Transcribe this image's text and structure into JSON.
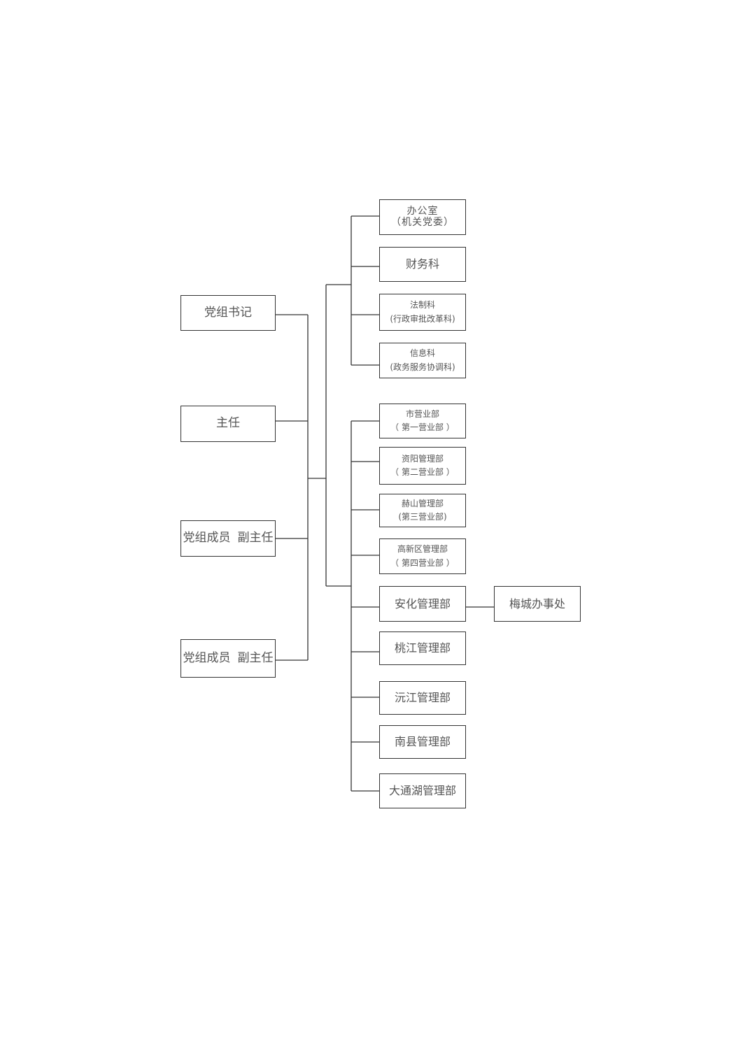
{
  "leaders": [
    {
      "lines": [
        "党组书记"
      ]
    },
    {
      "lines": [
        "主",
        "任"
      ]
    },
    {
      "lines": [
        "党组成员",
        "副主任"
      ]
    },
    {
      "lines": [
        "党组成员",
        "副主任"
      ]
    }
  ],
  "admin_depts": [
    {
      "lines": [
        "办公室",
        "（机关党委）"
      ]
    },
    {
      "lines": [
        "财务科"
      ]
    },
    {
      "lines": [
        "法制科",
        "(行政审批改革科)"
      ]
    },
    {
      "lines": [
        "信息科",
        "(政务服务协调科)"
      ]
    }
  ],
  "business_depts": [
    {
      "lines": [
        "市营业部",
        "（ 第一营业部 ）"
      ]
    },
    {
      "lines": [
        "资阳管理部",
        "（ 第二营业部 ）"
      ]
    },
    {
      "lines": [
        "赫山管理部",
        "(第三营业部)"
      ]
    },
    {
      "lines": [
        "高新区管理部",
        "（ 第四营业部 ）"
      ]
    },
    {
      "lines": [
        "安化管理部"
      ]
    },
    {
      "lines": [
        "桃江管理部"
      ]
    },
    {
      "lines": [
        "沅江管理部"
      ]
    },
    {
      "lines": [
        "南县管理部"
      ]
    },
    {
      "lines": [
        "大通湖管理部"
      ]
    }
  ],
  "sub_office": {
    "lines": [
      "梅城办事处"
    ]
  },
  "colors": {
    "line": "#333333",
    "text": "#555555"
  }
}
